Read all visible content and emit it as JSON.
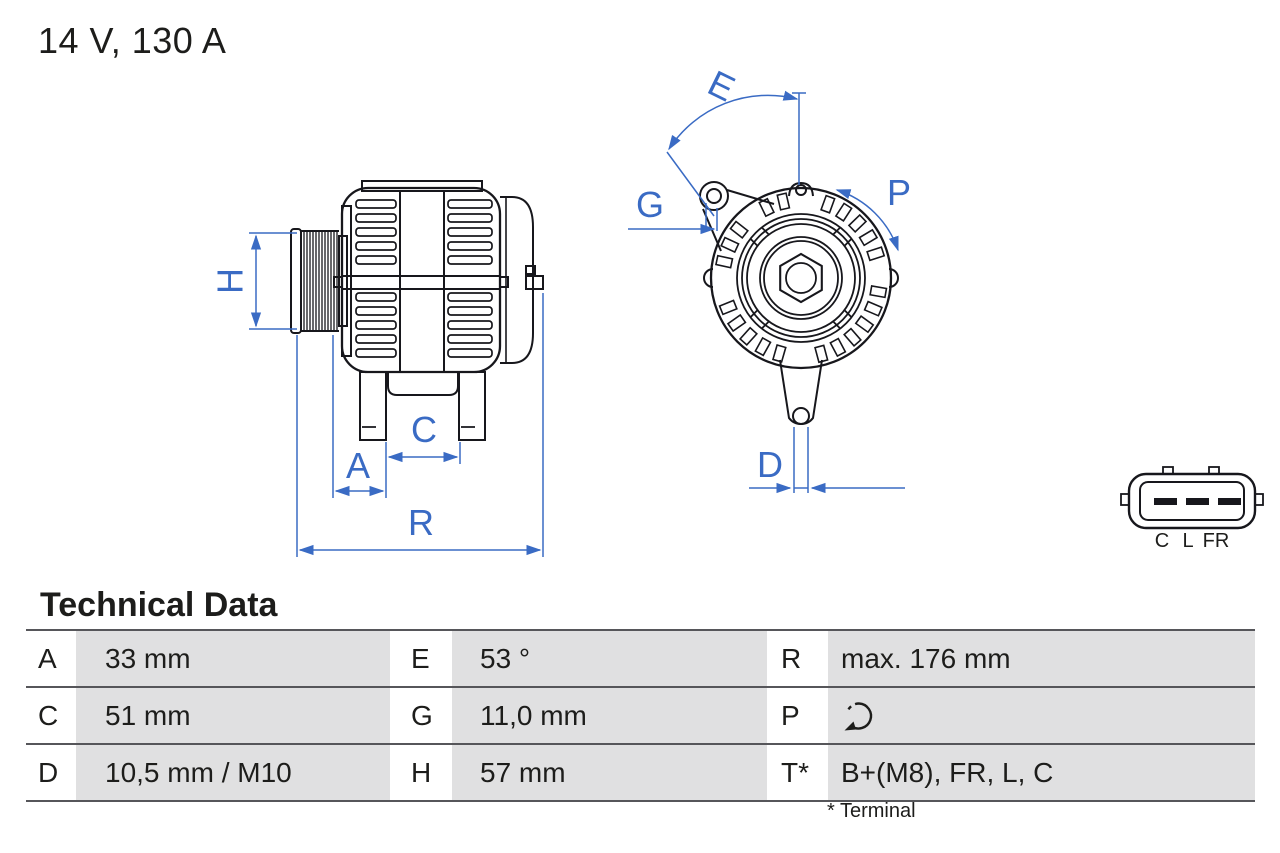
{
  "header": {
    "title": "14 V, 130 A"
  },
  "drawing": {
    "side_view": {
      "labels": {
        "h": "H",
        "a": "A",
        "c": "C",
        "r": "R"
      }
    },
    "front_view": {
      "labels": {
        "e": "E",
        "g": "G",
        "p": "P",
        "d": "D"
      }
    },
    "connector": {
      "pins": [
        "C",
        "L",
        "FR"
      ]
    }
  },
  "table": {
    "heading": "Technical Data",
    "rows": [
      {
        "cells": [
          {
            "key": "A",
            "value": "33 mm"
          },
          {
            "key": "E",
            "value": "53 °"
          },
          {
            "key": "R",
            "value": "max. 176 mm"
          }
        ]
      },
      {
        "cells": [
          {
            "key": "C",
            "value": "51 mm"
          },
          {
            "key": "G",
            "value": "11,0 mm"
          },
          {
            "key": "P",
            "value": "",
            "icon": "clockwise-rotation"
          }
        ]
      },
      {
        "cells": [
          {
            "key": "D",
            "value": "10,5 mm / M10"
          },
          {
            "key": "H",
            "value": "57 mm"
          },
          {
            "key": "T*",
            "value": "B+(M8), FR, L, C"
          }
        ]
      }
    ],
    "footnote": "* Terminal"
  },
  "colors": {
    "dimension_blue": "#3a6bc4",
    "drawing_black": "#17171c",
    "cell_gray": "#e0e0e1",
    "rule_gray": "#56565a",
    "text_dark": "#1d1d1b"
  }
}
